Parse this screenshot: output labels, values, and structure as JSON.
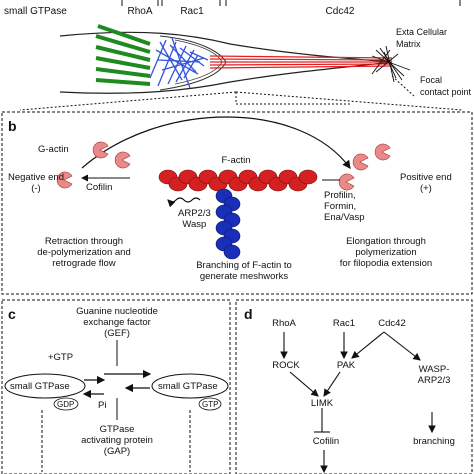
{
  "panel_a": {
    "header_label": "small GTPase",
    "header_rhoa": "RhoA",
    "header_rac1": "Rac1",
    "header_cdc42": "Cdc42",
    "ecm_label": "Exta Cellular\nMatrix",
    "focal_label": "Focal\ncontact point"
  },
  "panel_b": {
    "letter": "b",
    "g_actin": "G-actin",
    "f_actin": "F-actin",
    "negative_end": "Negative end\n(-)",
    "positive_end": "Positive end\n(+)",
    "cofilin": "Cofilin",
    "profilin_group": "Profilin,\nFormin,\nEna/Vasp",
    "arp_wasp": "ARP2/3\nWasp",
    "retraction": "Retraction through\nde-polymerization and\nretrograde flow",
    "branching": "Branching of F-actin to\ngenerate meshworks",
    "elongation": "Elongation through\npolymerization\nfor filopodia extension"
  },
  "panel_c": {
    "letter": "c",
    "gef": "Guanine nucleotide\nexchange factor\n(GEF)",
    "gtp_in": "+GTP",
    "pi": "Pi",
    "gtpase_left": "small GTPase",
    "gtpase_right": "small GTPase",
    "gdp": "GDP",
    "gtp": "GTP",
    "gap": "GTPase\nactivating protein\n(GAP)"
  },
  "panel_d": {
    "letter": "d",
    "rhoa": "RhoA",
    "rac1": "Rac1",
    "cdc42": "Cdc42",
    "rock": "ROCK",
    "pak": "PAK",
    "wasp": "WASP-\nARP2/3",
    "limk": "LIMK",
    "branching": "branching",
    "cofilin": "Cofilin"
  },
  "colors": {
    "f_actin": "#d42020",
    "g_actin": "#e98a8a",
    "arp": "#1a2fb8",
    "meshwork": "#3355dd",
    "stress_fiber": "#1f8a1f",
    "filopodia": "#e02020"
  }
}
